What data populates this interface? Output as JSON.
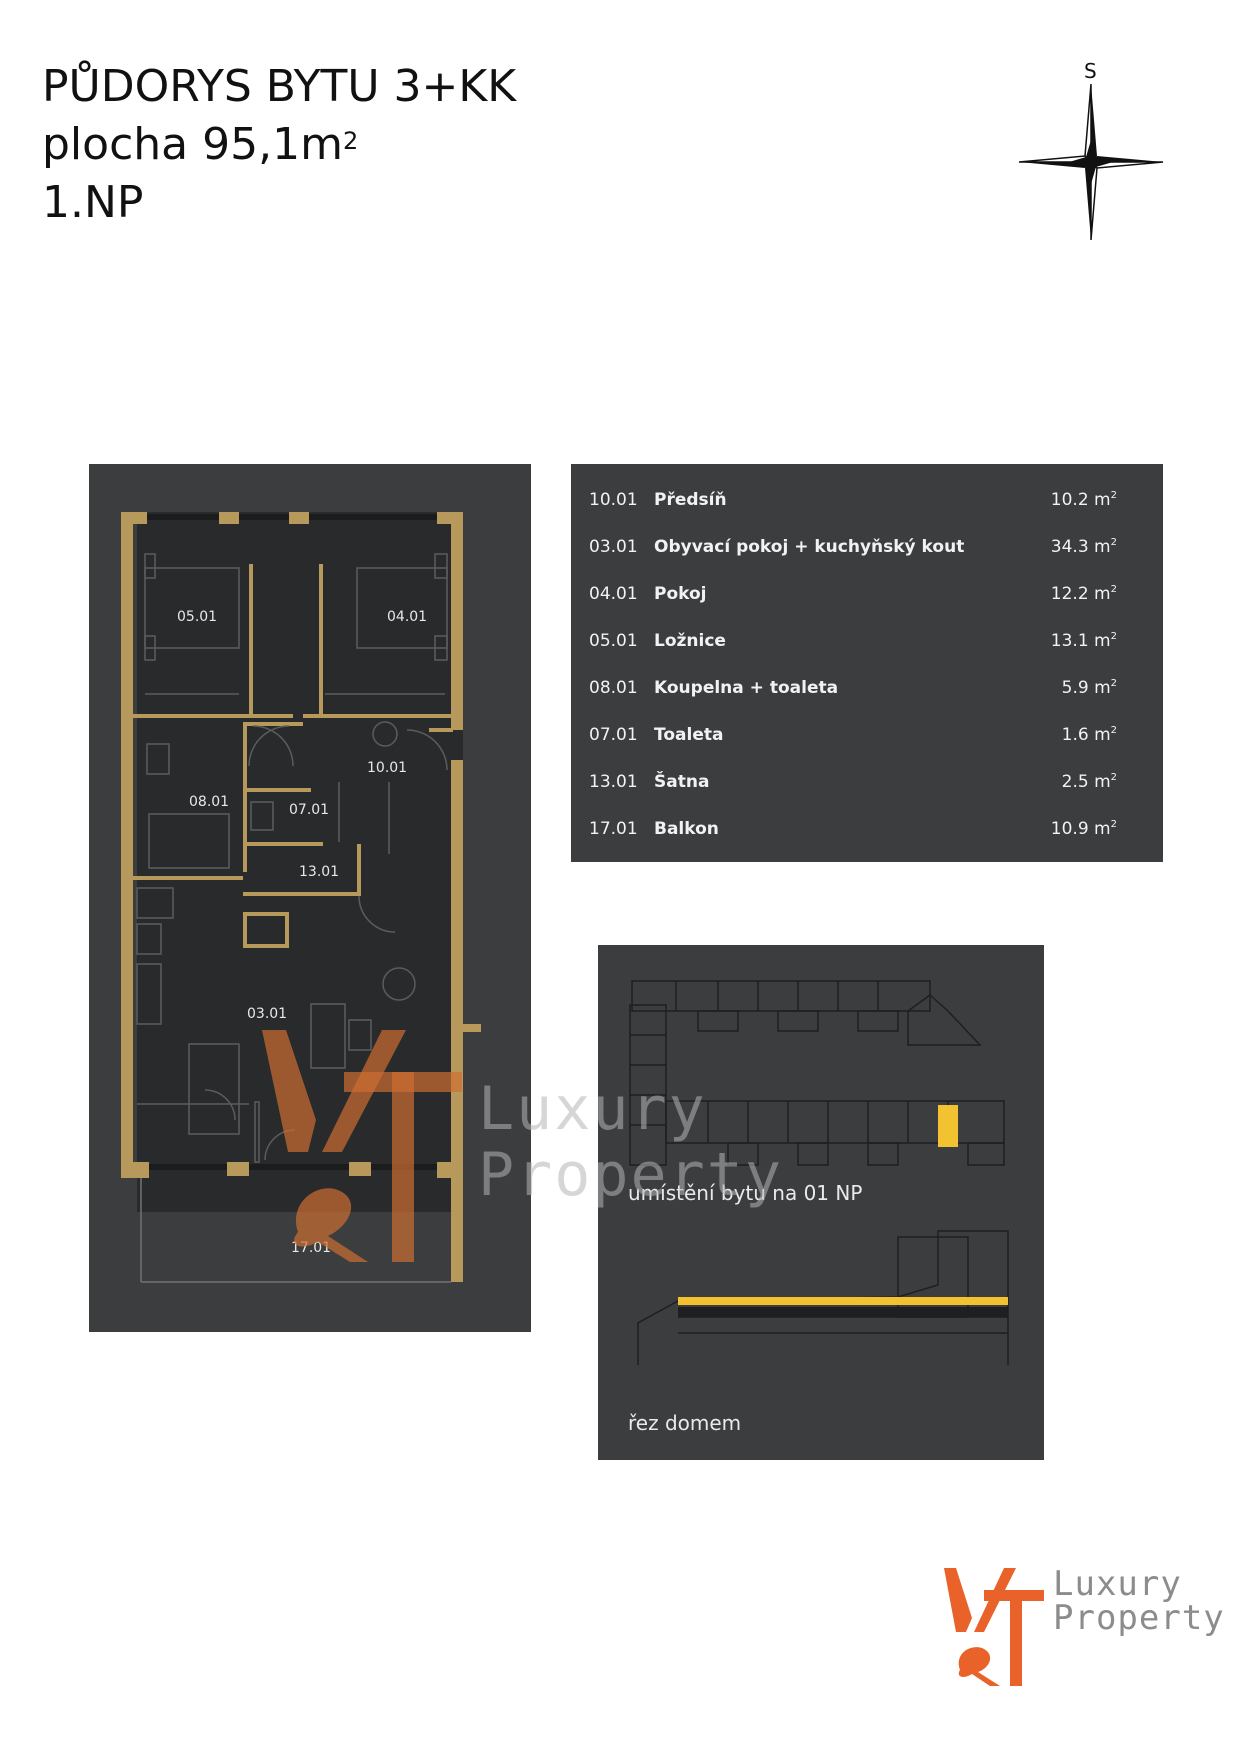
{
  "title": {
    "line1": "PŮDORYS BYTU 3+KK",
    "line2_prefix": "plocha 95,1m",
    "line2_sup": "2",
    "line3": "1.NP"
  },
  "compass": {
    "label": "S"
  },
  "rooms": [
    {
      "code": "10.01",
      "name": "Předsíň",
      "area": "10.2 m",
      "unit_sup": "2"
    },
    {
      "code": "03.01",
      "name": "Obyvací pokoj + kuchyňský kout",
      "area": "34.3 m",
      "unit_sup": "2"
    },
    {
      "code": "04.01",
      "name": "Pokoj",
      "area": "12.2 m",
      "unit_sup": "2"
    },
    {
      "code": "05.01",
      "name": "Ložnice",
      "area": "13.1 m",
      "unit_sup": "2"
    },
    {
      "code": "08.01",
      "name": "Koupelna + toaleta",
      "area": "5.9 m",
      "unit_sup": "2"
    },
    {
      "code": "07.01",
      "name": "Toaleta",
      "area": "1.6 m",
      "unit_sup": "2"
    },
    {
      "code": "13.01",
      "name": "Šatna",
      "area": "2.5 m",
      "unit_sup": "2"
    },
    {
      "code": "17.01",
      "name": "Balkon",
      "area": "10.9 m",
      "unit_sup": "2"
    }
  ],
  "plan_labels": {
    "r0501": "05.01",
    "r0401": "04.01",
    "r1001": "10.01",
    "r0801": "08.01",
    "r0701": "07.01",
    "r1301": "13.01",
    "r0301": "03.01",
    "r1701": "17.01"
  },
  "location": {
    "caption_floor": "umístění bytu na 01 NP",
    "caption_section": "řez domem"
  },
  "brand": {
    "logo_mark": "Y&T",
    "line1": "Luxury",
    "line2": "Property"
  },
  "colors": {
    "panel": "#3b3d3f",
    "wall": "#b79a5b",
    "highlight": "#f2c230",
    "logo_orange": "#e8622a"
  }
}
